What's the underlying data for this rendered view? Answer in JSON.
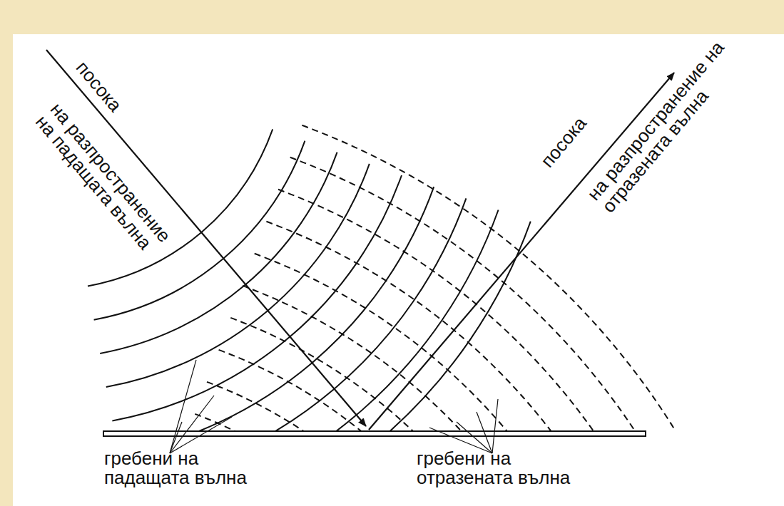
{
  "diagram": {
    "labels": [
      "посока",
      "на разпространение на падащата вълна",
      "посока",
      "на разпространение на отразената вълна",
      "гребени на падащата вълна",
      "гребени на отразената вълна"
    ]
  }
}
